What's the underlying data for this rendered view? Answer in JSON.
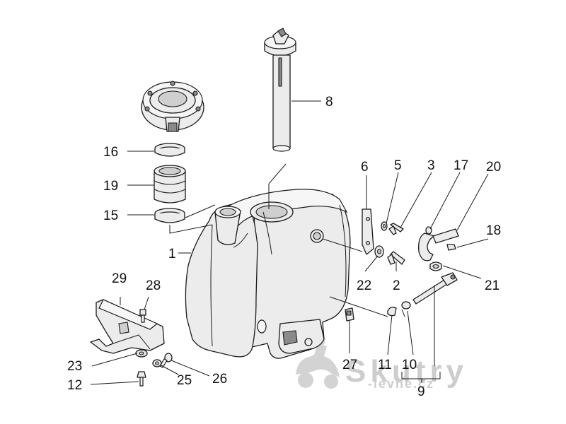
{
  "callouts": {
    "c1": "1",
    "c2": "2",
    "c3": "3",
    "c5": "5",
    "c6": "6",
    "c8": "8",
    "c9": "9",
    "c10": "10",
    "c11": "11",
    "c12": "12",
    "c15": "15",
    "c16": "16",
    "c17": "17",
    "c18": "18",
    "c19": "19",
    "c20": "20",
    "c21": "21",
    "c22": "22",
    "c23": "23",
    "c25": "25",
    "c26": "26",
    "c27": "27",
    "c28": "28",
    "c29": "29"
  },
  "watermark": {
    "brand": "Skutry",
    "sub": "-levne.cz",
    "color": "#c8c8c8"
  },
  "colors": {
    "line": "#1a1a1a",
    "fill": "#ececec",
    "background": "#ffffff"
  }
}
